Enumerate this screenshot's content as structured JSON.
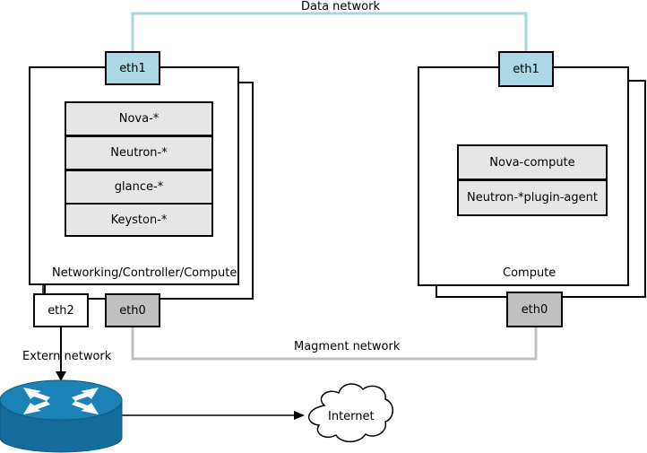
{
  "networks": {
    "data": "Data network",
    "mgmt": "Magment network",
    "extern": "Extern network",
    "internet": "Internet"
  },
  "controller": {
    "label": "Networking/Controller/Compute",
    "services": [
      "Nova-*",
      "Neutron-*",
      "glance-*",
      "Keyston-*"
    ],
    "ports": {
      "eth1": "eth1",
      "eth2": "eth2",
      "eth0": "eth0"
    }
  },
  "compute": {
    "label": "Compute",
    "services": [
      "Nova-compute",
      "Neutron-*plugin-agent"
    ],
    "ports": {
      "eth1": "eth1",
      "eth0": "eth0"
    }
  },
  "colors": {
    "data_link": "#a8d3e0",
    "mgmt_link": "#c0c0c0",
    "eth1_fill": "#add8e6",
    "eth0_fill": "#c0c0c0",
    "service_fill": "#e6e6e6",
    "router_fill": "#1c82b6"
  }
}
